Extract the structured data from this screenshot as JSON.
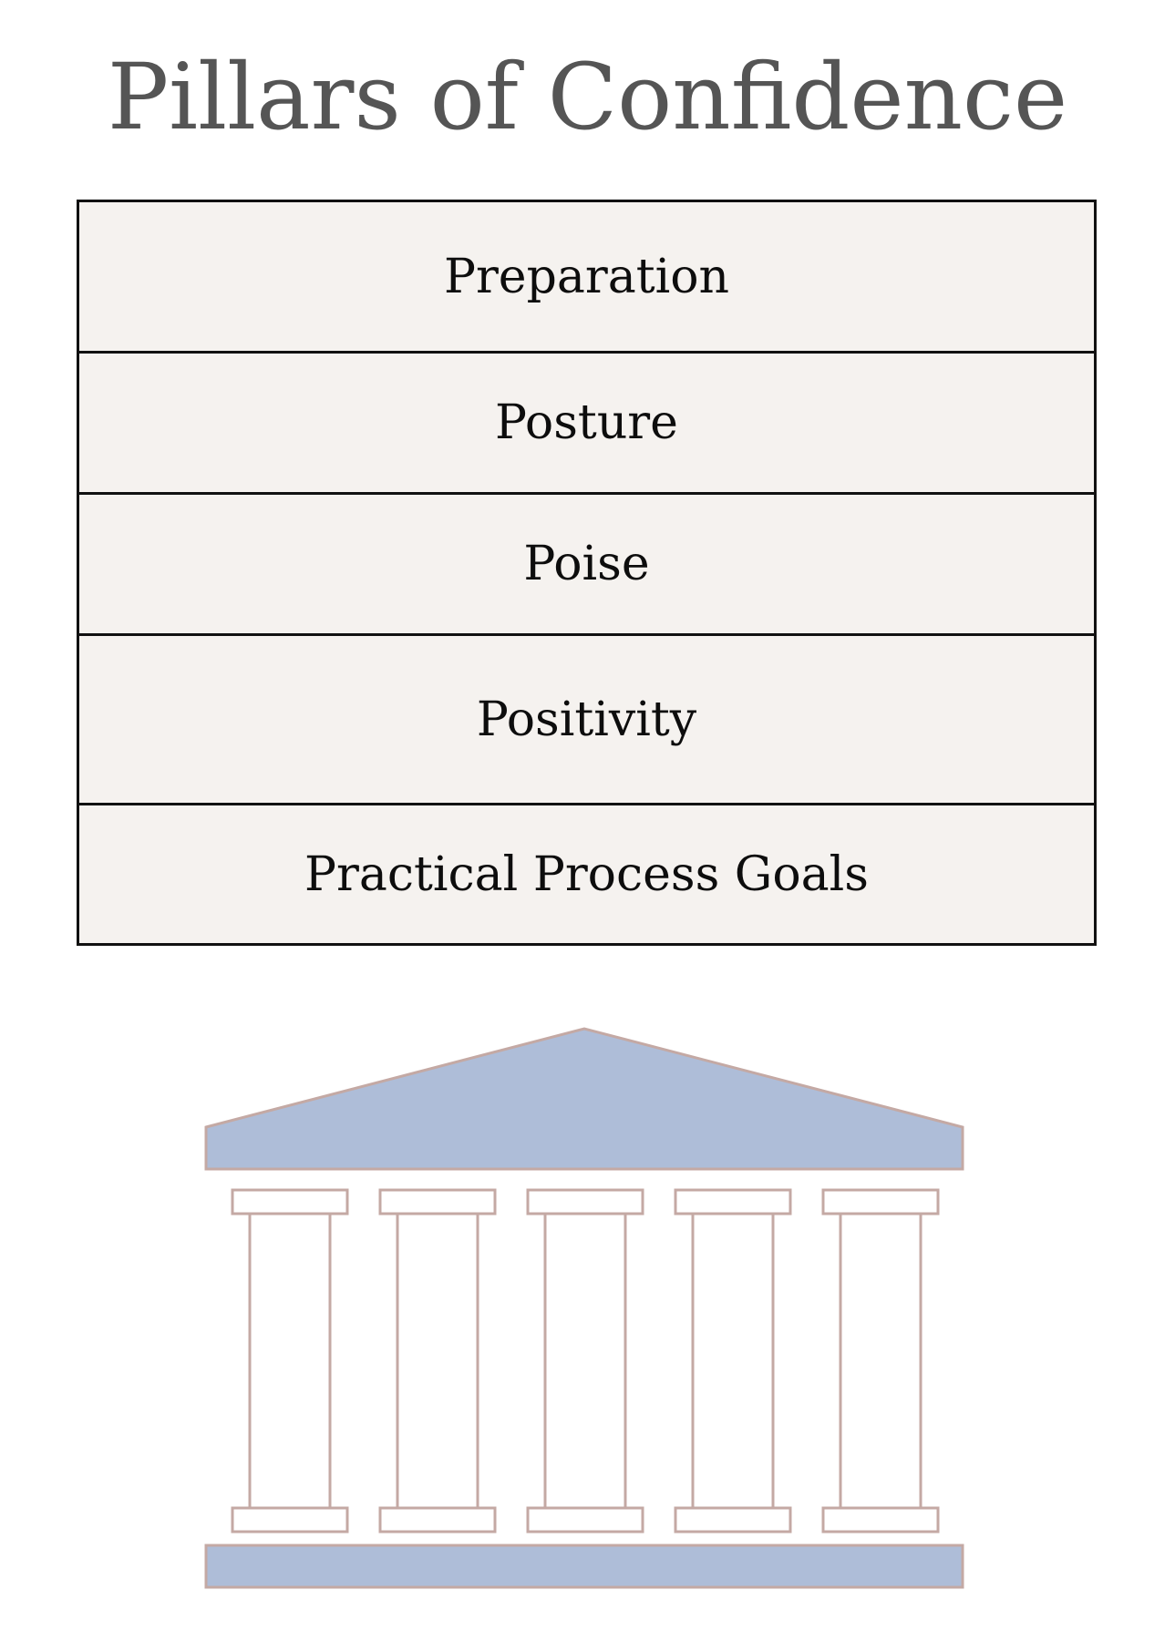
{
  "title": "Pillars of Confidence",
  "pillars": [
    {
      "label": "Preparation"
    },
    {
      "label": "Posture"
    },
    {
      "label": "Poise"
    },
    {
      "label": "Positivity"
    },
    {
      "label": "Practical Process Goals"
    }
  ],
  "temple_illustration": {
    "icon": "temple-icon",
    "column_count": 5,
    "colors": {
      "roof_fill": "#aebdd8",
      "outline": "#c4a9a4",
      "column_fill": "#ffffff",
      "base_fill": "#aebdd8"
    }
  },
  "colors": {
    "title": "#555555",
    "table_background": "#f5f2ef",
    "table_border": "#111111",
    "row_text": "#0d0d0d"
  }
}
